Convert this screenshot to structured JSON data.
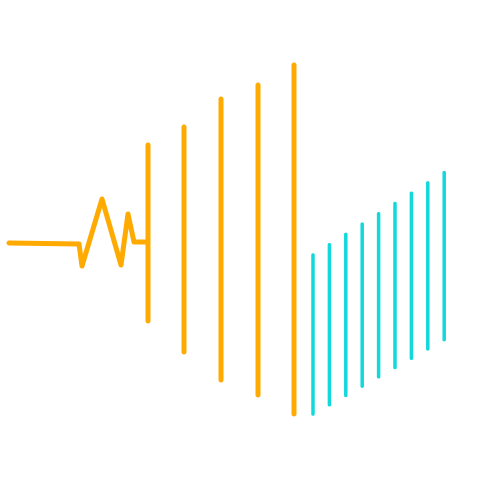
{
  "colors": {
    "background": "#ffffff",
    "primary": "#FFAA00",
    "secondary": "#11D9DB"
  },
  "icon": {
    "name": "sound-wave-logo",
    "description_parts": [
      "heartbeat-pulse-line",
      "orange-expanding-bars",
      "cyan-receding-bars"
    ]
  }
}
